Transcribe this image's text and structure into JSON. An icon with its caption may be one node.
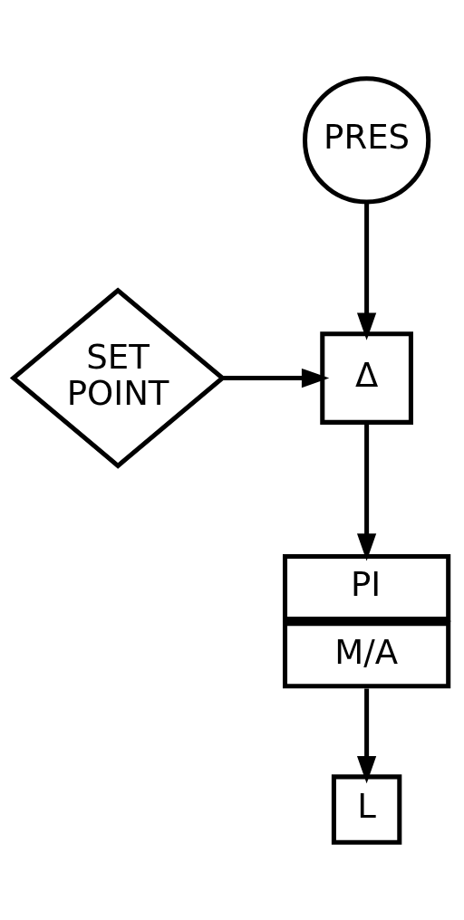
{
  "diagram": {
    "nodes": [
      {
        "text": [
          "PRES"
        ]
      },
      {
        "text": [
          "SET POINT"
        ]
      },
      {
        "text": [
          "Δ"
        ]
      },
      {
        "text": [
          "PI",
          "M/A"
        ]
      },
      {
        "text": [
          "L"
        ]
      }
    ],
    "edges": [
      {
        "from": 0,
        "to": 2,
        "arrow": "to"
      },
      {
        "from": 1,
        "to": 2,
        "arrow": "to"
      },
      {
        "from": 2,
        "to": 3,
        "arrow": "to"
      },
      {
        "from": 3,
        "to": 4,
        "arrow": "to"
      }
    ]
  }
}
